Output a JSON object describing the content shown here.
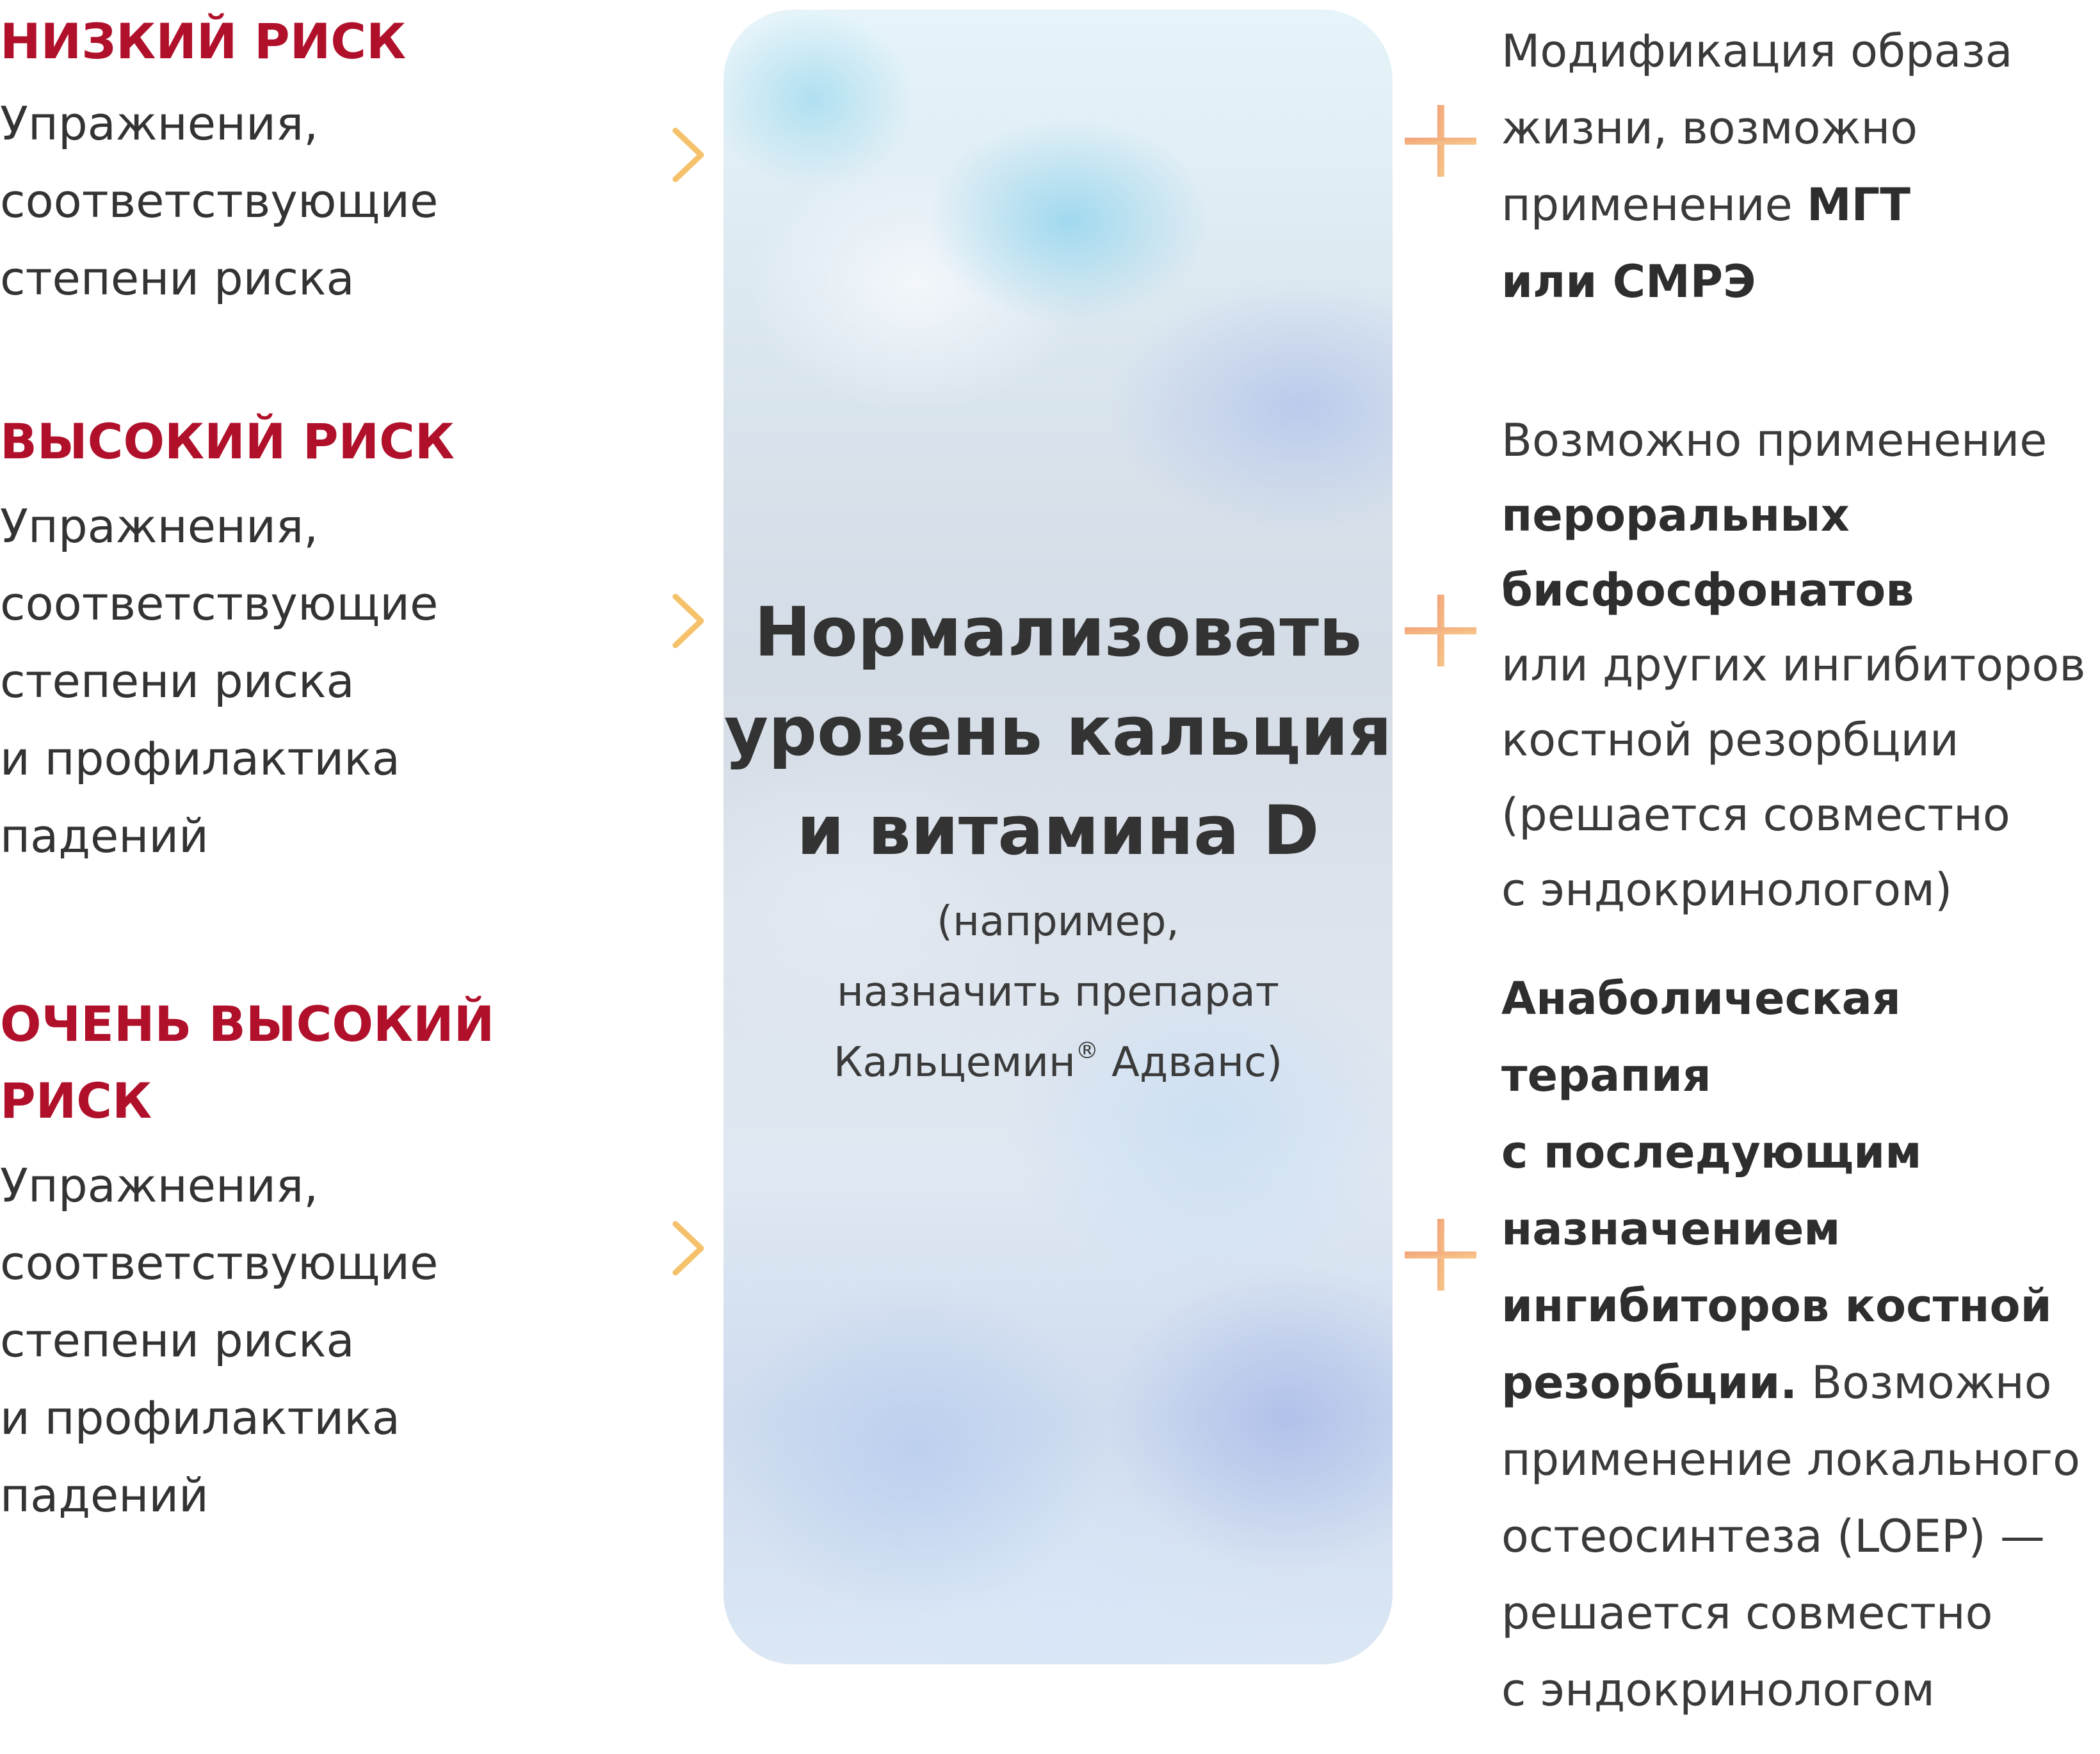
{
  "risks": [
    {
      "title": "НИЗКИЙ РИСК",
      "desc": [
        "Упражнения,",
        "соответствующие",
        "степени риска"
      ]
    },
    {
      "title": "ВЫСОКИЙ РИСК",
      "desc": [
        "Упражнения,",
        "соответствующие",
        "степени риска",
        "и профилактика",
        "падений"
      ]
    },
    {
      "title_lines": [
        "ОЧЕНЬ ВЫСОКИЙ",
        "РИСК"
      ],
      "desc": [
        "Упражнения,",
        "соответствующие",
        "степени риска",
        "и профилактика",
        "падений"
      ]
    }
  ],
  "center": {
    "main": [
      "Нормализовать",
      "уровень кальция",
      "и витамина D"
    ],
    "sub1": "(например,",
    "sub2": "назначить препарат",
    "sub3_a": "Кальцемин",
    "sub3_reg": "®",
    "sub3_b": " Адванс)"
  },
  "treatments": [
    {
      "l1": "Модификация образа",
      "l2": "жизни, возможно",
      "l3_a": "применение ",
      "l3_b": "МГТ",
      "l4": "или СМРЭ"
    },
    {
      "l1": "Возможно применение",
      "l2": "пероральных",
      "l3": "бисфосфонатов",
      "l4": "или других ингибиторов",
      "l5": "костной резорбции",
      "l6": "(решается совместно",
      "l7": "с эндокринологом)"
    },
    {
      "l1": "Анаболическая терапия",
      "l2": "с последующим",
      "l3": "назначением",
      "l4": "ингибиторов костной",
      "l5_a": "резорбции.",
      "l5_b": " Возможно",
      "l6": "применение локального",
      "l7": "остеосинтеза (LOEP) —",
      "l8": "решается совместно",
      "l9": "с эндокринологом"
    }
  ],
  "colors": {
    "risk_title": "#b0102a",
    "arrow_start": "#f28080",
    "arrow_end": "#f5c26b",
    "plus_start": "#f2a27a",
    "plus_end": "#f7c98a"
  }
}
